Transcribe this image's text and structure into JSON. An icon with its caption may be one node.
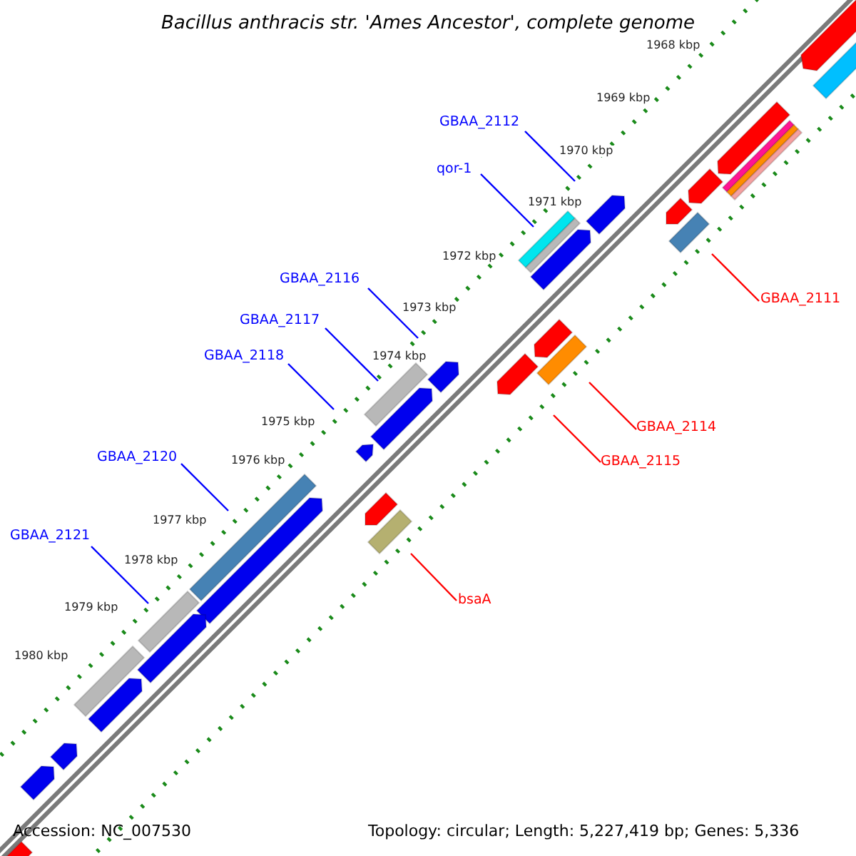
{
  "diagram": {
    "title": "Bacillus anthracis str. 'Ames Ancestor', complete genome",
    "nodes": [
      {
        "text": [
          "GBAA_2112"
        ]
      },
      {
        "text": [
          "qor-1"
        ]
      },
      {
        "text": [
          "GBAA_2116"
        ]
      },
      {
        "text": [
          "GBAA_2117"
        ]
      },
      {
        "text": [
          "GBAA_2118"
        ]
      },
      {
        "text": [
          "GBAA_2120"
        ]
      },
      {
        "text": [
          "GBAA_2121"
        ]
      },
      {
        "text": [
          "GBAA_2111"
        ]
      },
      {
        "text": [
          "GBAA_2114"
        ]
      },
      {
        "text": [
          "GBAA_2115"
        ]
      },
      {
        "text": [
          "bsaA"
        ]
      }
    ],
    "edges": [
      {
        "from": 0,
        "to": null,
        "arrow": "none"
      },
      {
        "from": 1,
        "to": null,
        "arrow": "none"
      },
      {
        "from": 2,
        "to": null,
        "arrow": "none"
      },
      {
        "from": 3,
        "to": null,
        "arrow": "none"
      },
      {
        "from": 4,
        "to": null,
        "arrow": "none"
      },
      {
        "from": 5,
        "to": null,
        "arrow": "none"
      },
      {
        "from": 6,
        "to": null,
        "arrow": "none"
      },
      {
        "from": 7,
        "to": null,
        "arrow": "none",
        "color": "#ff0000"
      },
      {
        "from": 8,
        "to": null,
        "arrow": "none",
        "color": "#ff0000"
      },
      {
        "from": 9,
        "to": null,
        "arrow": "none",
        "color": "#ff0000"
      },
      {
        "from": 10,
        "to": null,
        "arrow": "none",
        "color": "#ff0000"
      }
    ],
    "labels": [
      "1968 kbp",
      "1969 kbp",
      "1970 kbp",
      "1971 kbp",
      "1972 kbp",
      "1973 kbp",
      "1974 kbp",
      "1975 kbp",
      "1976 kbp",
      "1977 kbp",
      "1978 kbp",
      "1979 kbp",
      "1980 kbp",
      "Accession: NC_007530",
      "Topology: circular; Length: 5,227,419 bp; Genes: 5,336"
    ]
  }
}
